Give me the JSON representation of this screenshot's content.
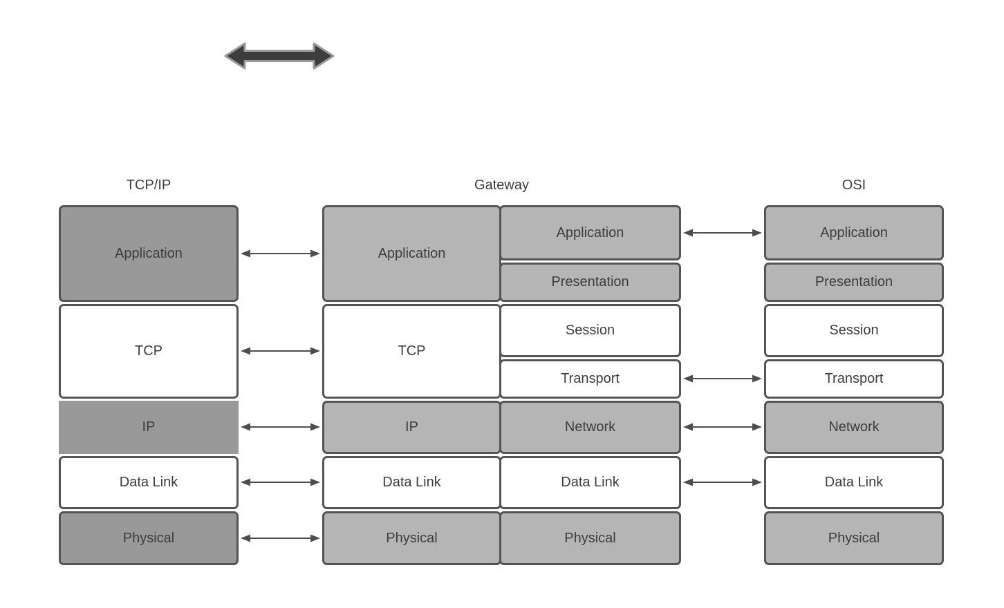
{
  "colors": {
    "background": "#ffffff",
    "box_border": "#545454",
    "dark_gray_fill": "#999999",
    "light_gray_fill": "#b5b5b5",
    "white_fill": "#ffffff",
    "label_text": "#3d3d3d",
    "connector_line": "#4d4d4d",
    "thick_arrow_fill": "#3d3d3d",
    "thick_arrow_outline": "#999999"
  },
  "headers": {
    "tcpip": "TCP/IP",
    "gateway": "Gateway",
    "osi": "OSI"
  },
  "icons": {
    "top_arrow": "double-headed-horizontal-arrow"
  },
  "columns": [
    {
      "id": "tcpip-stack",
      "header": "TCP/IP",
      "layers": [
        {
          "label": "Application",
          "fill": "dark",
          "span": [
            "r1",
            "r2"
          ],
          "border": true
        },
        {
          "label": "TCP",
          "fill": "white",
          "span": [
            "r3",
            "r4"
          ],
          "border": true
        },
        {
          "label": "IP",
          "fill": "dark",
          "span": [
            "r5"
          ],
          "border": false
        },
        {
          "label": "Data Link",
          "fill": "white",
          "span": [
            "r6"
          ],
          "border": true
        },
        {
          "label": "Physical",
          "fill": "dark",
          "span": [
            "r7"
          ],
          "border": true
        }
      ]
    },
    {
      "id": "gateway-left-stack",
      "header": "Gateway",
      "layers": [
        {
          "label": "Application",
          "fill": "light",
          "span": [
            "r1",
            "r2"
          ],
          "border": true
        },
        {
          "label": "TCP",
          "fill": "white",
          "span": [
            "r3",
            "r4"
          ],
          "border": true
        },
        {
          "label": "IP",
          "fill": "light",
          "span": [
            "r5"
          ],
          "border": true
        },
        {
          "label": "Data Link",
          "fill": "white",
          "span": [
            "r6"
          ],
          "border": true
        },
        {
          "label": "Physical",
          "fill": "light",
          "span": [
            "r7"
          ],
          "border": true
        }
      ]
    },
    {
      "id": "gateway-right-stack",
      "header": "Gateway",
      "layers": [
        {
          "label": "Application",
          "fill": "light",
          "span": [
            "r1"
          ],
          "border": true
        },
        {
          "label": "Presentation",
          "fill": "light",
          "span": [
            "r2"
          ],
          "border": true
        },
        {
          "label": "Session",
          "fill": "white",
          "span": [
            "r3"
          ],
          "border": true
        },
        {
          "label": "Transport",
          "fill": "white",
          "span": [
            "r4"
          ],
          "border": true
        },
        {
          "label": "Network",
          "fill": "light",
          "span": [
            "r5"
          ],
          "border": true
        },
        {
          "label": "Data Link",
          "fill": "white",
          "span": [
            "r6"
          ],
          "border": true
        },
        {
          "label": "Physical",
          "fill": "light",
          "span": [
            "r7"
          ],
          "border": true
        }
      ]
    },
    {
      "id": "osi-stack",
      "header": "OSI",
      "layers": [
        {
          "label": "Application",
          "fill": "light",
          "span": [
            "r1"
          ],
          "border": true
        },
        {
          "label": "Presentation",
          "fill": "light",
          "span": [
            "r2"
          ],
          "border": true
        },
        {
          "label": "Session",
          "fill": "white",
          "span": [
            "r3"
          ],
          "border": true
        },
        {
          "label": "Transport",
          "fill": "white",
          "span": [
            "r4"
          ],
          "border": true
        },
        {
          "label": "Network",
          "fill": "light",
          "span": [
            "r5"
          ],
          "border": true
        },
        {
          "label": "Data Link",
          "fill": "white",
          "span": [
            "r6"
          ],
          "border": true
        },
        {
          "label": "Physical",
          "fill": "light",
          "span": [
            "r7"
          ],
          "border": true
        }
      ]
    }
  ],
  "connectors": {
    "left_gap": [
      "Application",
      "TCP",
      "IP",
      "Data Link",
      "Physical"
    ],
    "right_gap": [
      "Application",
      "Transport",
      "Network",
      "Data Link"
    ]
  }
}
